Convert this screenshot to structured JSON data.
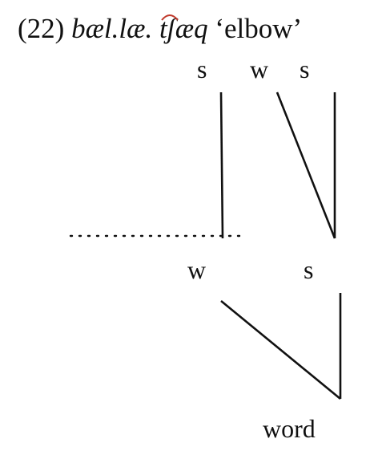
{
  "example": {
    "number": "(22)",
    "word_part": "bæl.læ.",
    "word_tie_segment": "tʃ",
    "word_tail": "æq",
    "gloss": "‘elbow’"
  },
  "tree": {
    "top_labels": [
      "s",
      "w",
      "s"
    ],
    "middle_labels": [
      "w",
      "s"
    ],
    "root_label": "word"
  },
  "colors": {
    "lines": "#111111",
    "tie_bar": "#c0392b"
  }
}
